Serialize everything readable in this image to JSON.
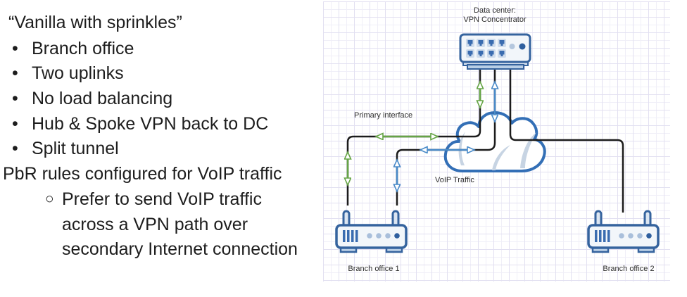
{
  "left_panel": {
    "title": "“Vanilla with sprinkles”",
    "bullet_char": "•",
    "bullets": [
      "Branch office",
      "Two uplinks",
      "No load balancing",
      "Hub & Spoke VPN back to DC",
      "Split tunnel"
    ],
    "paragraph": "PbR rules configured for VoIP traffic",
    "sub_bullet_char": "○",
    "sub_bullet_lines": [
      "Prefer to send VoIP traffic",
      "across a VPN path over",
      "secondary Internet connection"
    ]
  },
  "diagram": {
    "labels": {
      "datacenter_line1": "Data center:",
      "datacenter_line2": "VPN Concentrator",
      "primary_interface": "Primary interface",
      "voip_traffic": "VoIP Traffic",
      "branch_office_1": "Branch office 1",
      "branch_office_2": "Branch office 2"
    },
    "icons": {
      "data_center_device": "vpn-concentrator-icon",
      "internet": "internet-cloud-icon",
      "branch_device": "wireless-router-icon"
    },
    "colors": {
      "device_outline": "#35639e",
      "device_fill": "#f2f6fa",
      "device_accent_fill": "#b9cfe6",
      "port_glyph": "#3a6cb0",
      "cloud_outline": "#336fb6",
      "cloud_shading": "#c7d4e3",
      "primary_path_green": "#66a546",
      "voip_path_blue": "#4a8bc9",
      "link_line": "#1c1c1c",
      "grid_major": "#e2e0f1",
      "grid_minor": "#f0eff8"
    }
  }
}
